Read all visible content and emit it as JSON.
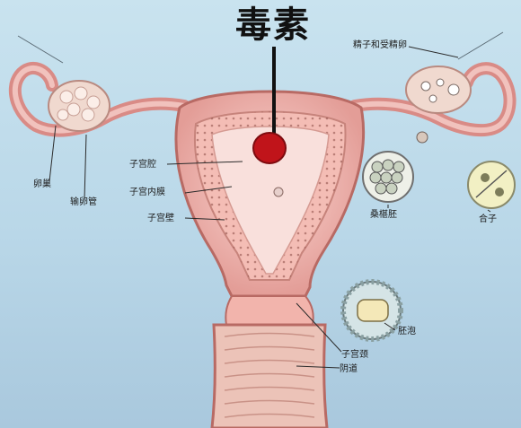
{
  "title": "毒素",
  "labels": {
    "ovary": "卵巢",
    "fallopian_tube": "输卵管",
    "uterine_cavity": "子宫腔",
    "endometrium": "子宫内膜",
    "uterine_wall": "子宫壁",
    "sperm_and_egg": "精子和受精卵",
    "morula": "桑椹胚",
    "zygote": "合子",
    "blastocyst": "胚泡",
    "cervix": "子宫颈",
    "vagina": "阴道"
  },
  "colors": {
    "background": "#c9e3ef",
    "tissue_outer": "#e8a9a3",
    "tissue_inner": "#f3c9c2",
    "cavity": "#f7e1dc",
    "toxin": "#c0141a",
    "line": "#2a2a2a"
  }
}
